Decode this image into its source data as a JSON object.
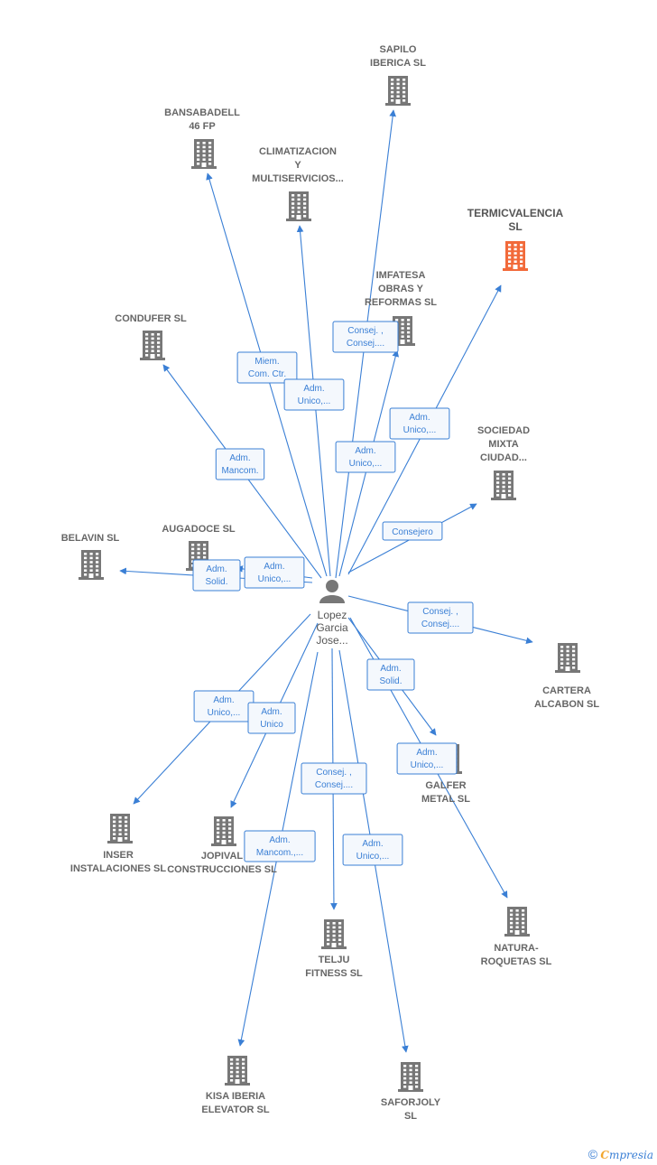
{
  "person": {
    "label": [
      "Lopez",
      "Garcia",
      "Jose..."
    ]
  },
  "companies": [
    {
      "id": "sapilo",
      "lines": [
        "SAPILO",
        "IBERICA  SL"
      ],
      "color": "#777777"
    },
    {
      "id": "bansabadell",
      "lines": [
        "BANSABADELL",
        "46 FP"
      ],
      "color": "#777777"
    },
    {
      "id": "climatizacion",
      "lines": [
        "CLIMATIZACION",
        "Y",
        "MULTISERVICIOS..."
      ],
      "color": "#777777"
    },
    {
      "id": "termicvalencia",
      "lines": [
        "TERMICVALENCIA",
        "SL"
      ],
      "color": "#f26a3a",
      "highlight": true
    },
    {
      "id": "imfatesa",
      "lines": [
        "IMFATESA",
        "OBRAS Y",
        "REFORMAS  SL"
      ],
      "color": "#777777"
    },
    {
      "id": "condufer",
      "lines": [
        "CONDUFER SL"
      ],
      "color": "#777777"
    },
    {
      "id": "sociedad",
      "lines": [
        "SOCIEDAD",
        "MIXTA",
        "CIUDAD..."
      ],
      "color": "#777777"
    },
    {
      "id": "belavin",
      "lines": [
        "BELAVIN SL"
      ],
      "color": "#777777"
    },
    {
      "id": "augadoce",
      "lines": [
        "AUGADOCE SL"
      ],
      "color": "#777777"
    },
    {
      "id": "cartera",
      "lines": [
        "CARTERA",
        "ALCABON  SL"
      ],
      "color": "#777777"
    },
    {
      "id": "galfer",
      "lines": [
        "GALFER",
        "METAL  SL"
      ],
      "color": "#777777"
    },
    {
      "id": "inser",
      "lines": [
        "INSER",
        "INSTALACIONES SL"
      ],
      "color": "#777777"
    },
    {
      "id": "jopival",
      "lines": [
        "JOPIVAL",
        "CONSTRUCCIONES SL"
      ],
      "color": "#777777"
    },
    {
      "id": "natura",
      "lines": [
        "NATURA-",
        "ROQUETAS  SL"
      ],
      "color": "#777777"
    },
    {
      "id": "teljo",
      "lines": [
        "TELJU",
        "FITNESS  SL"
      ],
      "color": "#777777"
    },
    {
      "id": "kisa",
      "lines": [
        "KISA IBERIA",
        "ELEVATOR  SL"
      ],
      "color": "#777777"
    },
    {
      "id": "saforjoly",
      "lines": [
        "SAFORJOLY",
        "SL"
      ],
      "color": "#777777"
    }
  ],
  "roles": [
    {
      "target": "sapilo",
      "lines": [
        "Consej. ,",
        "Consej...."
      ]
    },
    {
      "target": "bansabadell",
      "lines": [
        "Miem.",
        "Com. Ctr."
      ]
    },
    {
      "target": "climatizacion",
      "lines": [
        "Adm.",
        "Unico,..."
      ]
    },
    {
      "target": "termicvalencia",
      "lines": [
        "Adm.",
        "Unico,..."
      ]
    },
    {
      "target": "imfatesa",
      "lines": [
        "Adm.",
        "Unico,..."
      ]
    },
    {
      "target": "condufer",
      "lines": [
        "Adm.",
        "Mancom."
      ]
    },
    {
      "target": "sociedad",
      "lines": [
        "Consejero"
      ]
    },
    {
      "target": "belavin",
      "lines": [
        "Adm.",
        "Solid."
      ]
    },
    {
      "target": "augadoce",
      "lines": [
        "Adm.",
        "Unico,..."
      ]
    },
    {
      "target": "cartera",
      "lines": [
        "Consej. ,",
        "Consej...."
      ]
    },
    {
      "target": "galfer",
      "lines": [
        "Adm.",
        "Solid."
      ]
    },
    {
      "target": "natura",
      "lines": [
        "Adm.",
        "Unico,..."
      ]
    },
    {
      "target": "inser",
      "lines": [
        "Adm.",
        "Unico,..."
      ]
    },
    {
      "target": "jopival",
      "lines": [
        "Adm.",
        "Unico"
      ]
    },
    {
      "target": "teljo",
      "lines": [
        "Consej. ,",
        "Consej...."
      ]
    },
    {
      "target": "kisa",
      "lines": [
        "Adm.",
        "Mancom.,..."
      ]
    },
    {
      "target": "saforjoly",
      "lines": [
        "Adm.",
        "Unico,..."
      ]
    }
  ],
  "footer": {
    "copyright": "©",
    "brand_first": "C",
    "brand_rest": "mpresia"
  },
  "colors": {
    "edge": "#3a7fd5",
    "building": "#777777",
    "highlight": "#f26a3a"
  }
}
